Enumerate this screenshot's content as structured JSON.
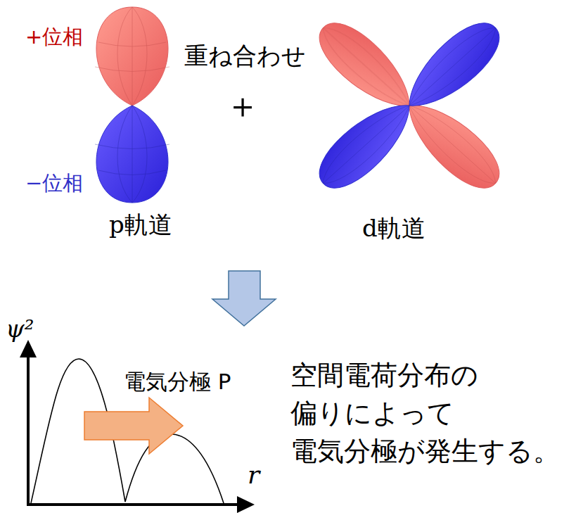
{
  "diagram": {
    "labels": [
      "+位相",
      "−位相",
      "p軌道",
      "重ね合わせ",
      "＋",
      "d軌道",
      "ψ²",
      "r",
      "電気分極 P",
      "空間電荷分布の 偏りによって 電気分極が発生する。"
    ]
  }
}
